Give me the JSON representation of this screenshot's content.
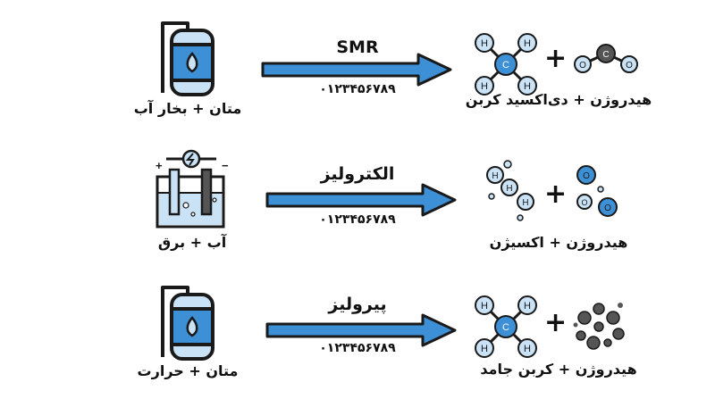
{
  "colors": {
    "blue": "#3d8fd6",
    "light_blue": "#c9e2f5",
    "outline": "#1a1a1a",
    "carbon": "#555555"
  },
  "rows": [
    {
      "source_label": "متان + بخار آب",
      "process": "SMR",
      "digits": "۰۱۲۳۴۵۶۷۸۹",
      "product_label": "هیدروژن + دی‌اکسید کربن",
      "icon": "gas-tank-flame-icon",
      "atoms_left": {
        "center": "C",
        "arms": [
          "H",
          "H",
          "H",
          "H"
        ]
      },
      "atoms_right": {
        "center": "C",
        "arms": [
          "O",
          "O"
        ]
      }
    },
    {
      "source_label": "آب + برق",
      "process": "الکترولیز",
      "digits": "۰۱۲۳۴۵۶۷۸۹",
      "product_label": "هیدروژن + اکسیژن",
      "icon": "electrolysis-cell-icon",
      "atoms_left": [
        "H",
        "H",
        "H"
      ],
      "atoms_right": [
        "O",
        "O",
        "O"
      ]
    },
    {
      "source_label": "متان + حرارت",
      "process": "پیرولیز",
      "digits": "۰۱۲۳۴۵۶۷۸۹",
      "product_label": "هیدروژن + کربن جامد",
      "icon": "gas-tank-flame-icon",
      "atoms_left": {
        "center": "C",
        "arms": [
          "H",
          "H",
          "H",
          "H"
        ]
      },
      "atoms_right": "carbon-particles"
    }
  ],
  "plus_sign": "+"
}
